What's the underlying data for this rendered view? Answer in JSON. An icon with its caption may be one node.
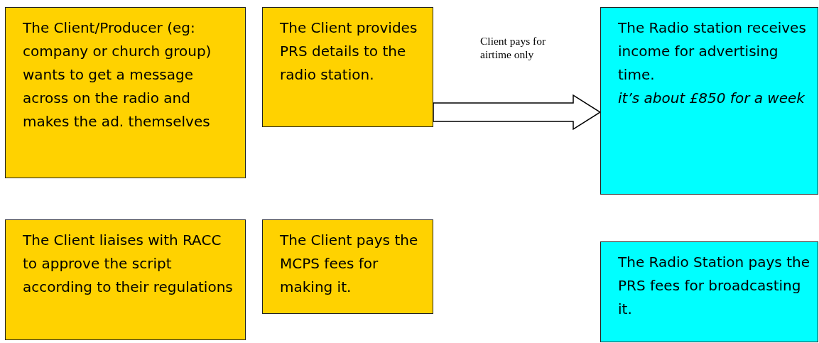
{
  "diagram": {
    "nodes": [
      {
        "text": [
          "The Client/Producer (eg: company or church group) wants to get a message across on the radio and makes the ad. themselves"
        ]
      },
      {
        "text": [
          "The Client provides PRS details to the radio station."
        ]
      },
      {
        "text": [
          "The Radio station receives income for advertising time.",
          "it’s about £850 for a week"
        ]
      },
      {
        "text": [
          "The Client liaises with RACC to approve the script according to their regulations"
        ]
      },
      {
        "text": [
          "The Client pays the MCPS fees for making it."
        ]
      },
      {
        "text": [
          "The Radio Station pays the PRS fees for broadcasting it."
        ]
      }
    ],
    "edges": [
      {
        "from": 1,
        "to": 2,
        "arrow": "to",
        "label": "Client pays for airtime only"
      }
    ]
  }
}
